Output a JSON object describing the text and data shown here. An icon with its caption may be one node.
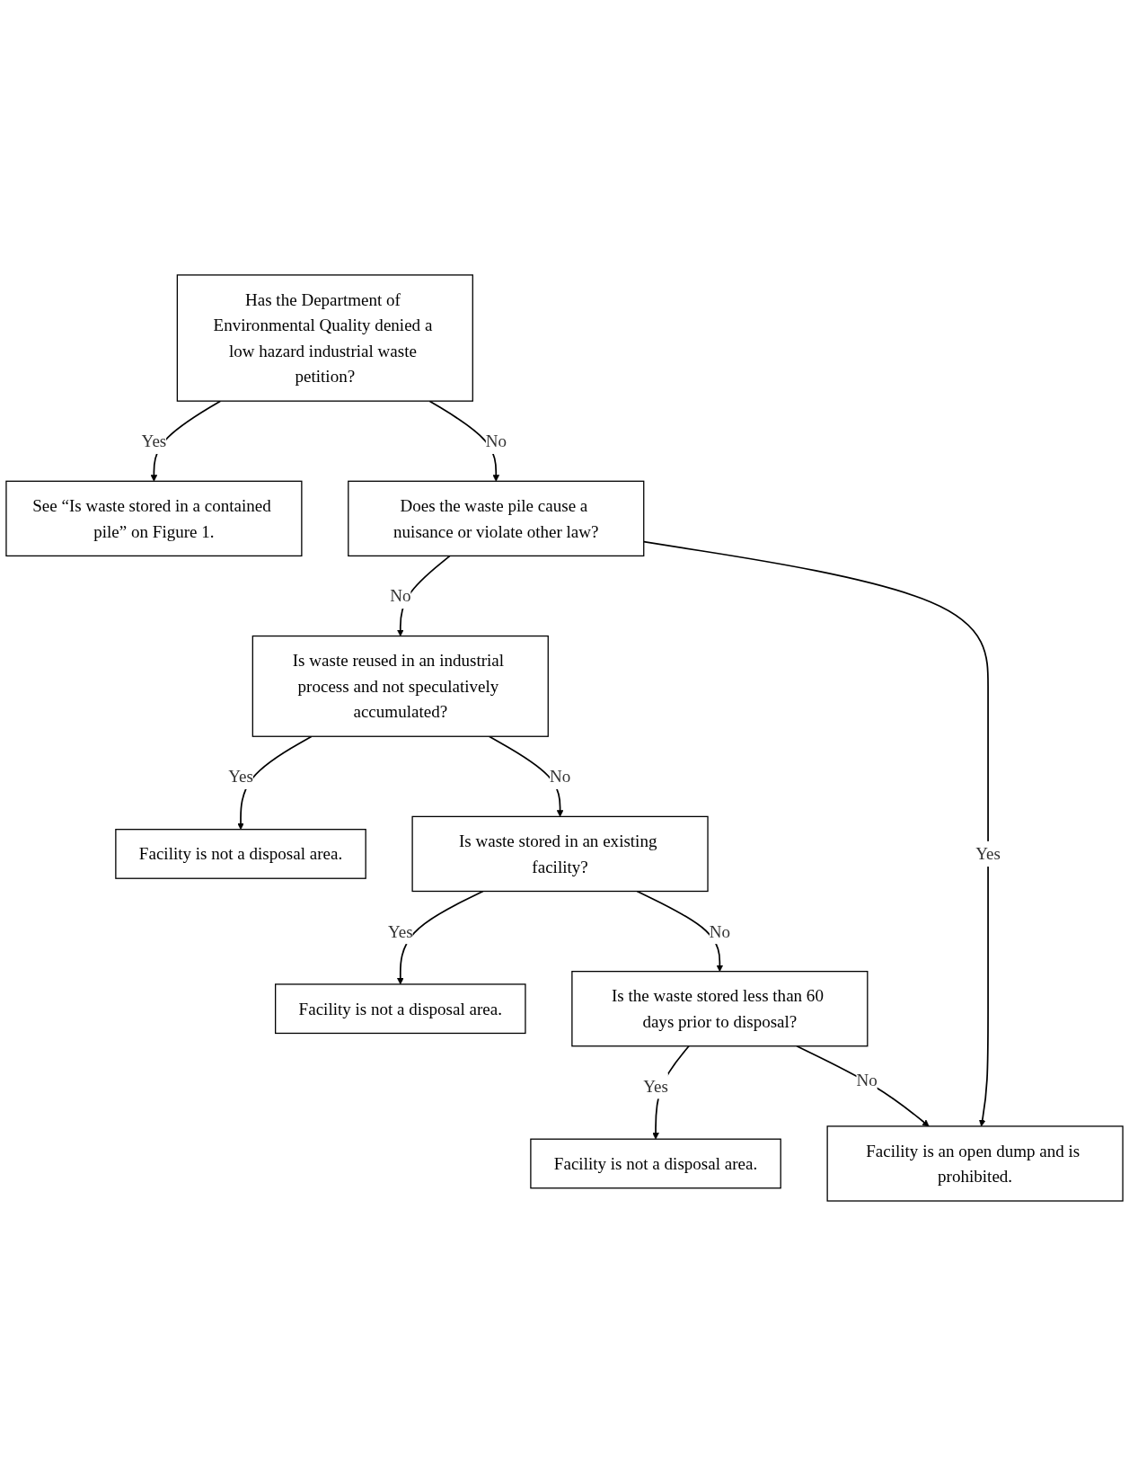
{
  "diagram": {
    "nodes": [
      {
        "text": [
          "Has the Department of Environmental Quality denied a low hazard industrial waste petition?"
        ]
      },
      {
        "text": [
          "See “Is waste stored in a contained pile” on Figure 1."
        ]
      },
      {
        "text": [
          "Does the waste pile cause a nuisance or violate other law?"
        ]
      },
      {
        "text": [
          "Is waste reused in an industrial process and not speculatively accumulated?"
        ]
      },
      {
        "text": [
          "Facility is not a disposal area."
        ]
      },
      {
        "text": [
          "Is waste stored in an existing facility?"
        ]
      },
      {
        "text": [
          "Facility is not a disposal area."
        ]
      },
      {
        "text": [
          "Is the waste stored less than 60 days prior to disposal?"
        ]
      },
      {
        "text": [
          "Facility is not a disposal area."
        ]
      },
      {
        "text": [
          "Facility is an open dump and is prohibited."
        ]
      }
    ],
    "edges": [
      {
        "from": 0,
        "to": 1,
        "arrow": "to",
        "label": "Yes"
      },
      {
        "from": 0,
        "to": 2,
        "arrow": "to",
        "label": "No"
      },
      {
        "from": 2,
        "to": 3,
        "arrow": "to",
        "label": "No"
      },
      {
        "from": 3,
        "to": 4,
        "arrow": "to",
        "label": "Yes"
      },
      {
        "from": 3,
        "to": 5,
        "arrow": "to",
        "label": "No"
      },
      {
        "from": 5,
        "to": 6,
        "arrow": "to",
        "label": "Yes"
      },
      {
        "from": 5,
        "to": 7,
        "arrow": "to",
        "label": "No"
      },
      {
        "from": 7,
        "to": 8,
        "arrow": "to",
        "label": "Yes"
      },
      {
        "from": 7,
        "to": 9,
        "arrow": "to",
        "label": "No"
      },
      {
        "from": 2,
        "to": 9,
        "arrow": "to",
        "label": "Yes"
      }
    ]
  }
}
